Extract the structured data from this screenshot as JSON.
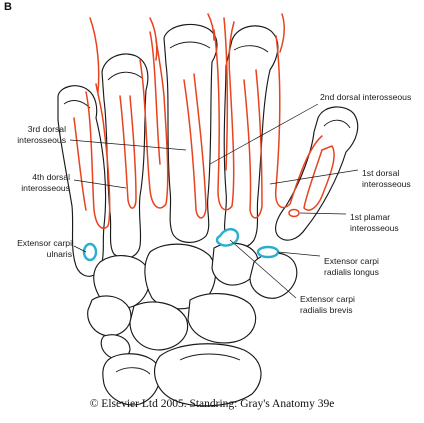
{
  "panel_letter": "B",
  "colors": {
    "muscle": "#e8431f",
    "tendon": "#2aaed0",
    "bone_outline": "#1a1a1a"
  },
  "labels": {
    "second_dorsal": "2nd dorsal interosseous",
    "third_dorsal": "3rd dorsal\ninterosseous",
    "fourth_dorsal": "4th dorsal\ninterosseous",
    "first_dorsal": "1st dorsal\ninterosseous",
    "first_palmar": "1st plamar\ninterosseous",
    "ecu": "Extensor carpi\nulnaris",
    "ecrl": "Extensor carpi\nradialis longus",
    "ecrb": "Extensor carpi\nradialis brevis"
  },
  "caption": "© Elsevier Ltd 2005. Standring: Gray's Anatomy 39e"
}
